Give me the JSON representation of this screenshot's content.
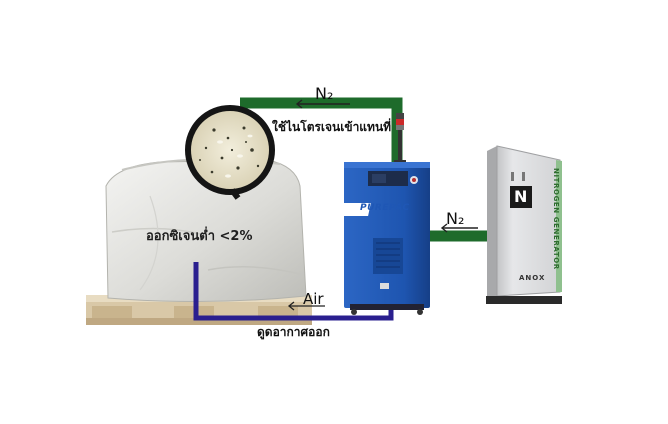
{
  "labels": {
    "n2_top": "N₂",
    "n2_right": "N₂",
    "air": "Air",
    "use_nitrogen": "ใช้ไนโตรเจนเข้าแทนที่",
    "oxygen_level": "ออกซิเจนต่ำ <2%",
    "suck_air_out": "ดูดอากาศออก"
  },
  "equipment": {
    "purifier_brand": "PUREPAC",
    "generator_brand": "ANOX",
    "generator_logo": "N",
    "generator_side_text": "NITROGEN GENERATOR"
  },
  "colors": {
    "nitrogen_pipe": "#1e6b2b",
    "air_pipe": "#2a1f8f",
    "purifier_body": "#1f57b5",
    "bag": "#e7e7e4",
    "pallet": "#d8c7a6",
    "generator_body": "#d6d7d9"
  },
  "icons": [
    "arrow-left-icon",
    "signal-tower-icon",
    "magnifier-lens-icon"
  ]
}
